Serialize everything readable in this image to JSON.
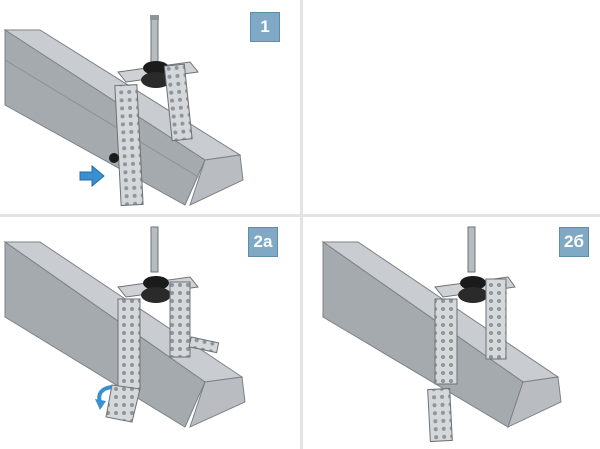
{
  "panels": [
    {
      "badge": "1"
    },
    {
      "badge": ""
    },
    {
      "badge": "2a"
    },
    {
      "badge": "2б"
    }
  ],
  "colors": {
    "badge_bg": "#7fa9c4",
    "arrow": "#3a8fd0",
    "rail_top": "#c9ccd0",
    "rail_side": "#9ea3a8",
    "hanger": "#cfd2d5",
    "rubber": "#1b1b1b"
  }
}
